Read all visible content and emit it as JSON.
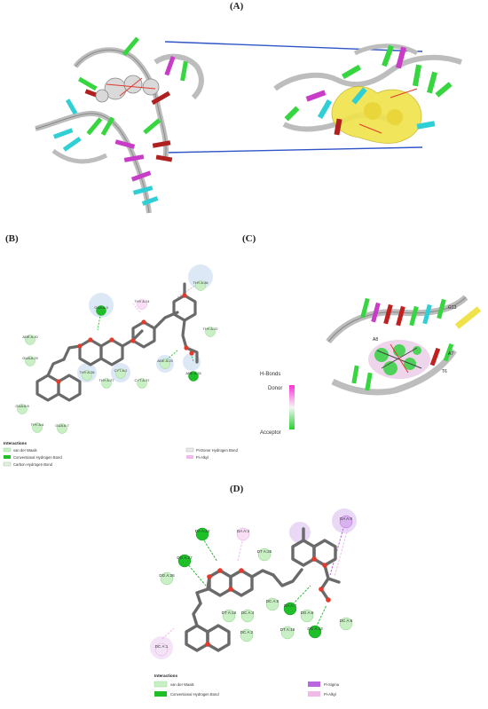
{
  "panels": {
    "A": "(A)",
    "B": "(B)",
    "C": "(C)",
    "D": "(D)"
  },
  "panelB": {
    "residues": [
      {
        "id": "THY A:36"
      },
      {
        "id": "THY A:24"
      },
      {
        "id": "GUA A:3"
      },
      {
        "id": "ADE A:30"
      },
      {
        "id": "GUA A:29"
      },
      {
        "id": "THY A:28"
      },
      {
        "id": "CYT A:2"
      },
      {
        "id": "THY A:27"
      },
      {
        "id": "CYT A:37"
      },
      {
        "id": "ADE A:25"
      },
      {
        "id": "ADE A:35"
      },
      {
        "id": "THY A:22"
      },
      {
        "id": "GUA A:5"
      },
      {
        "id": "THY A:6"
      },
      {
        "id": "GUA A:7"
      }
    ],
    "legend_title": "Interactions",
    "legend": [
      {
        "label": "van der Waals",
        "color": "#c9efc4"
      },
      {
        "label": "Conventional Hydrogen Bond",
        "color": "#1fbf2a"
      },
      {
        "label": "Carbon Hydrogen Bond",
        "color": "#dff2dc"
      },
      {
        "label": "Pi-Donor Hydrogen Bond",
        "color": "#e8e8e8"
      },
      {
        "label": "Pi-Alkyl",
        "color": "#f1b9e8"
      }
    ]
  },
  "panelC": {
    "hbonds_title": "H-Bonds",
    "donor": "Donor",
    "acceptor": "Acceptor",
    "labels": [
      "G13",
      "A8",
      "A7",
      "T6"
    ]
  },
  "panelD": {
    "residues": [
      {
        "id": "DA A:34"
      },
      {
        "id": "DA A:3"
      },
      {
        "id": "DA A:6"
      },
      {
        "id": "DG A:27"
      },
      {
        "id": "DT A:25"
      },
      {
        "id": "DG A:26"
      },
      {
        "id": "DC A:5"
      },
      {
        "id": "DA A:7"
      },
      {
        "id": "DG A:8"
      },
      {
        "id": "DT A:16"
      },
      {
        "id": "DC A:4"
      },
      {
        "id": "DC A:2"
      },
      {
        "id": "DT A:18"
      },
      {
        "id": "DG A:13"
      },
      {
        "id": "DC A:9"
      },
      {
        "id": "DC A:1"
      }
    ],
    "legend_title": "Interactions",
    "legend": [
      {
        "label": "van der Waals",
        "color": "#c9efc4"
      },
      {
        "label": "Conventional Hydrogen Bond",
        "color": "#1fbf2a"
      },
      {
        "label": "Pi-Sigma",
        "color": "#b867e0"
      },
      {
        "label": "Pi-Alkyl",
        "color": "#f1b9e8"
      }
    ]
  },
  "colors": {
    "vdw": "#c9efc4",
    "hbond": "#1fbf2a",
    "pisigma": "#b867e0",
    "pialkyl": "#f1b9e8",
    "ligand": "#6a6a6a",
    "oxygen": "#e33a2c",
    "dna_ribbon": "#bdbdbd",
    "connector": "#2f55c6",
    "surface": "#f0e34a"
  }
}
